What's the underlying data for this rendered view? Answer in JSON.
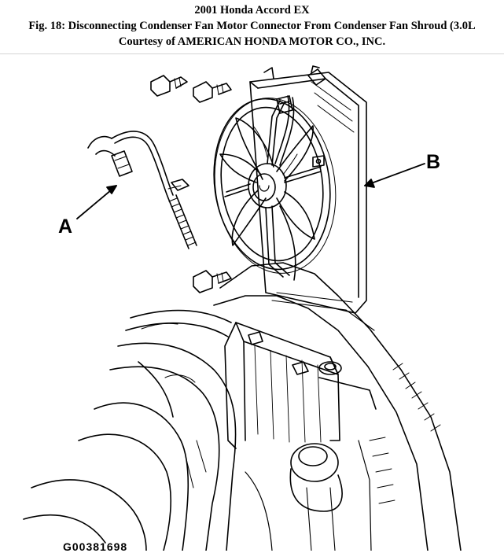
{
  "header": {
    "line1": "2001 Honda Accord EX",
    "line2": "Fig. 18: Disconnecting Condenser Fan Motor Connector From Condenser Fan Shroud (3.0L",
    "line3": "Courtesy of AMERICAN HONDA MOTOR CO., INC."
  },
  "callouts": {
    "a": "A",
    "b": "B"
  },
  "figure_id": "G00381698",
  "colors": {
    "ink": "#000000",
    "background": "#ffffff"
  }
}
